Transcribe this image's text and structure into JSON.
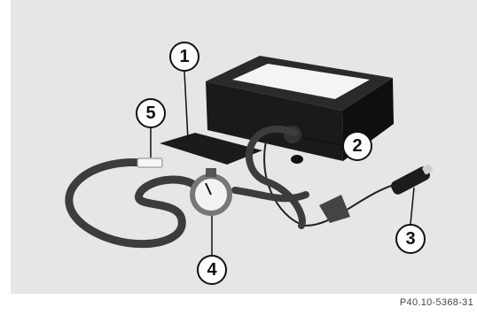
{
  "callouts": {
    "c1": "1",
    "c2": "2",
    "c3": "3",
    "c4": "4",
    "c5": "5"
  },
  "figure_ref": "P40.10-5368-31",
  "colors": {
    "panel_background": "#e6e6e6",
    "compressor_body": "#202020",
    "hose": "#3c3c3c"
  }
}
